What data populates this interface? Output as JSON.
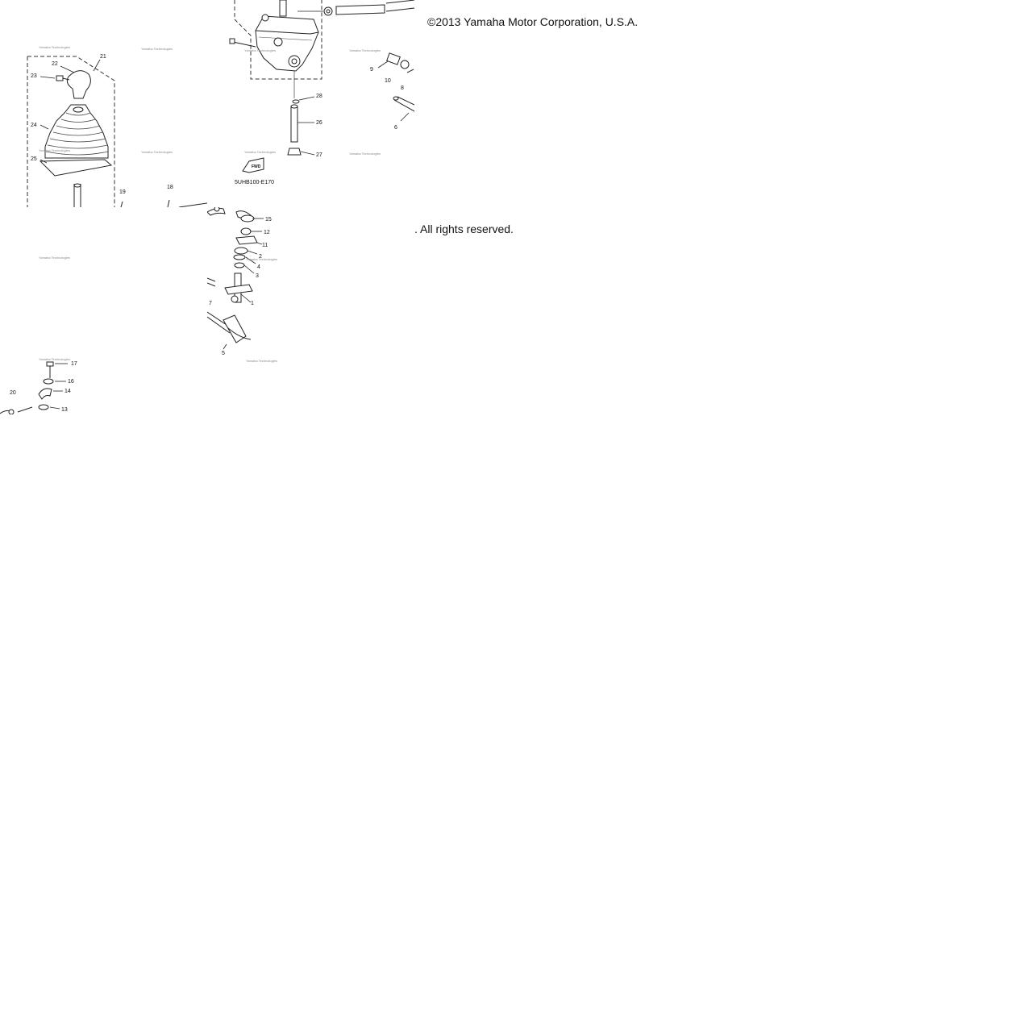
{
  "copyright": {
    "line1": "©2013 Yamaha Motor Corporation, U.S.A.",
    "line2": ". All rights reserved."
  },
  "diagram": {
    "part_code": "5UHB100-E170",
    "fwd_tag": "FWD",
    "watermark": "Yamaha Technologies",
    "callouts": [
      "1",
      "2",
      "3",
      "4",
      "5",
      "6",
      "7",
      "8",
      "9",
      "10",
      "11",
      "12",
      "13",
      "14",
      "15",
      "16",
      "17",
      "18",
      "19",
      "20",
      "21",
      "22",
      "23",
      "24",
      "25",
      "26",
      "27",
      "28"
    ]
  },
  "colors": {
    "line": "#222222",
    "background": "#ffffff",
    "dashed_box": "#333333"
  }
}
